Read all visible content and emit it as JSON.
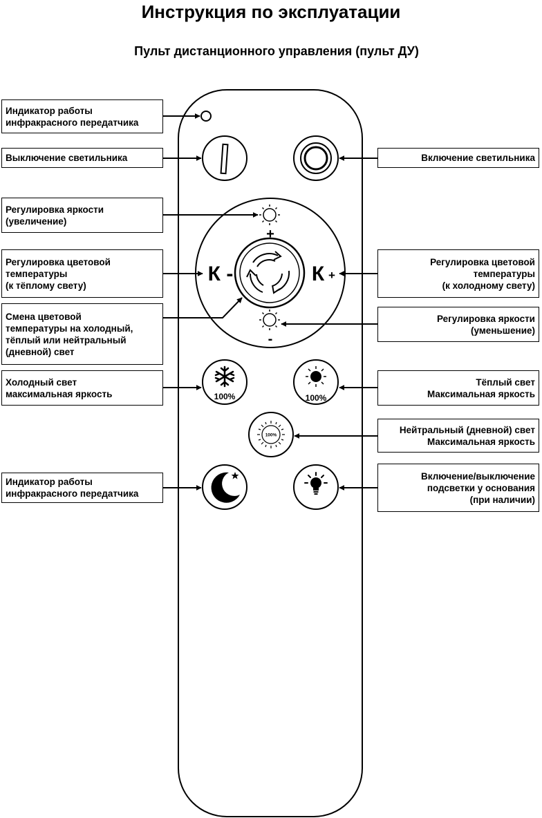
{
  "header": {
    "title": "Инструкция по эксплуатации",
    "subtitle": "Пульт дистанционного управления (пульт ДУ)"
  },
  "labels": {
    "ir_indicator": [
      "Индикатор работы",
      "инфракрасного передатчика"
    ],
    "power_off": [
      "Выключение светильника"
    ],
    "power_on": [
      "Включение светильника"
    ],
    "brightness_up": [
      "Регулировка яркости",
      "(увеличение)"
    ],
    "temp_warm": [
      "Регулировка цветовой",
      "температуры",
      "(к тёплому свету)"
    ],
    "temp_cold": [
      "Регулировка цветовой",
      "температуры",
      "(к холодному свету)"
    ],
    "temp_cycle": [
      "Смена цветовой",
      "температуры на холодный,",
      "тёплый или нейтральный",
      "(дневной) свет"
    ],
    "brightness_down": [
      "Регулировка яркости",
      "(уменьшение)"
    ],
    "cold_max": [
      "Холодный свет",
      "максимальная яркость"
    ],
    "warm_max": [
      "Тёплый свет",
      "Максимальная яркость"
    ],
    "neutral_max": [
      "Нейтральный (дневной) свет",
      "Максимальная яркость"
    ],
    "night_mode": [
      "Индикатор работы",
      "инфракрасного передатчика"
    ],
    "base_light": [
      "Включение/выключение",
      "подсветки у основания",
      "(при наличии)"
    ]
  },
  "remote": {
    "plus_sign": "+",
    "minus_sign": "-",
    "k_minus": "К -",
    "k_plus": "К+",
    "k_letter": "К",
    "pct_cold": "100%",
    "pct_warm": "100%",
    "pct_neutral": "100%"
  },
  "icons": {
    "ir_led": "circle-outline-icon",
    "power_off": "vertical-bar-icon",
    "power_on": "double-ring-icon",
    "brightness": "sun-outline-icon",
    "cycle": "recycle-arrows-icon",
    "cold": "snowflake-icon",
    "warm": "sun-filled-icon",
    "neutral": "sun-rays-icon",
    "night": "moon-star-icon",
    "base_light": "lightbulb-icon"
  }
}
